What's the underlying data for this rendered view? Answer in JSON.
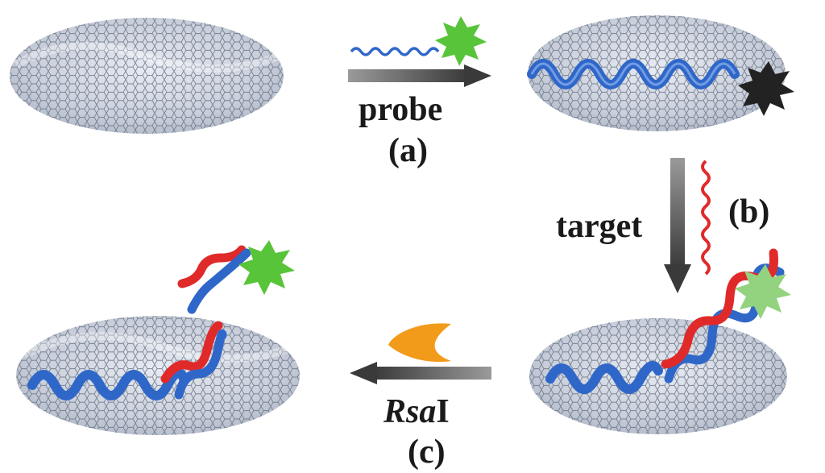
{
  "labels": {
    "probe": "probe",
    "step_a": "(a)",
    "target": "target",
    "step_b": "(b)",
    "enzyme_italic": "Rsa",
    "enzyme_suffix": "I",
    "step_c": "(c)"
  },
  "colors": {
    "probe_strand": "#2f67c9",
    "target_strand": "#e02a2a",
    "fluor_on": "#58c43a",
    "fluor_on_faded": "#93d37f",
    "fluor_quenched": "#222222",
    "enzyme": "#f29a1a",
    "graphene": "#6a7384",
    "arrow": "#555555"
  },
  "icons": [
    "graphene-sheet",
    "dna-probe",
    "fluorophore-star",
    "quenched-fluorophore",
    "target-dna",
    "enzyme-crescent"
  ]
}
